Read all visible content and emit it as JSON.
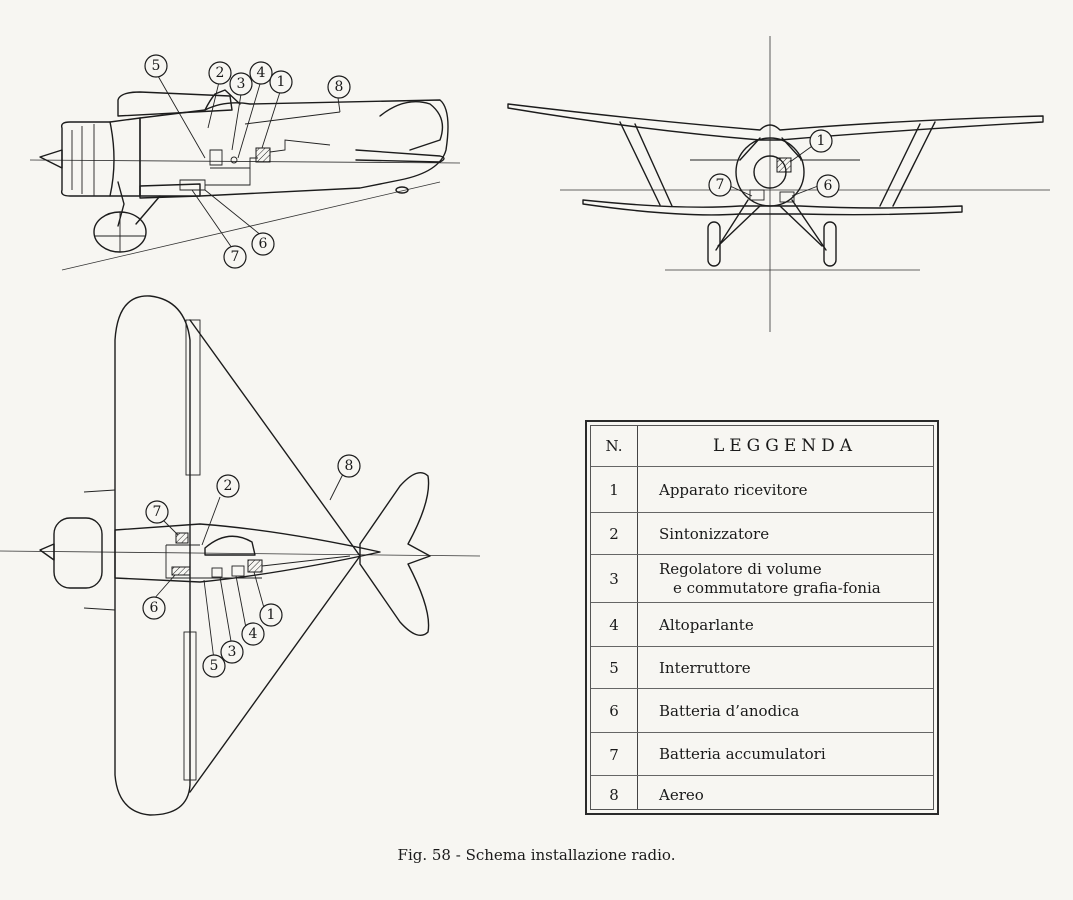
{
  "legend": {
    "header_number": "N.",
    "header_title": "LEGGENDA",
    "items": [
      {
        "number": "1",
        "line1": "Apparato ricevitore",
        "line2": ""
      },
      {
        "number": "2",
        "line1": "Sintonizzatore",
        "line2": ""
      },
      {
        "number": "3",
        "line1": "Regolatore di volume",
        "line2": "e commutatore grafia-fonia"
      },
      {
        "number": "4",
        "line1": "Altoparlante",
        "line2": ""
      },
      {
        "number": "5",
        "line1": "Interruttore",
        "line2": ""
      },
      {
        "number": "6",
        "line1": "Batteria d’anodica",
        "line2": ""
      },
      {
        "number": "7",
        "line1": "Batteria accumulatori",
        "line2": ""
      },
      {
        "number": "8",
        "line1": "Aereo",
        "line2": ""
      }
    ]
  },
  "callouts": {
    "side": [
      "5",
      "2",
      "3",
      "4",
      "1",
      "8",
      "7",
      "6"
    ],
    "front": [
      "1",
      "7",
      "6"
    ],
    "top": [
      "8",
      "2",
      "7",
      "6",
      "1",
      "4",
      "3",
      "5"
    ]
  },
  "caption": "Fig. 58 - Schema installazione radio.",
  "colors": {
    "ink": "#1c1c1c",
    "paper": "#f7f6f2"
  }
}
